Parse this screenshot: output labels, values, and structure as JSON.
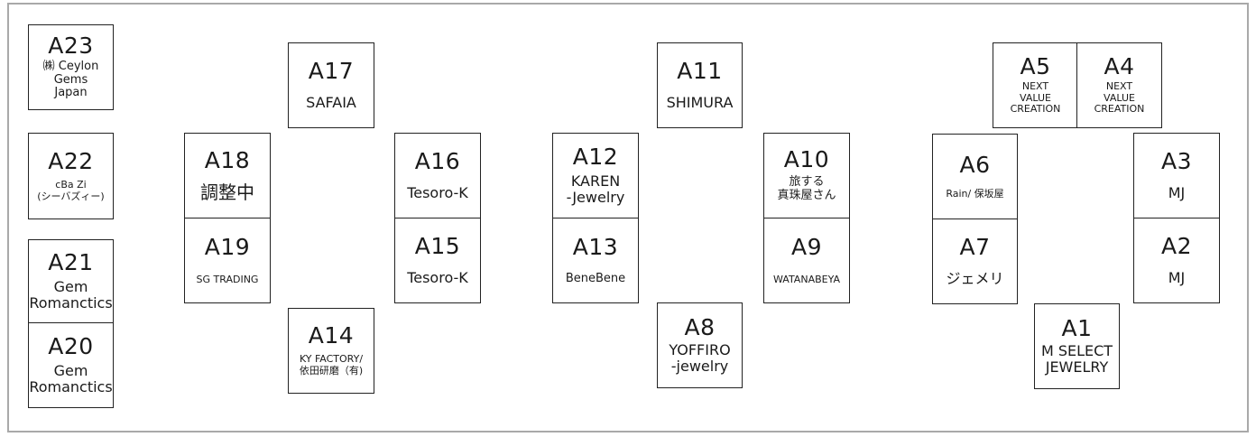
{
  "booths": {
    "a23": {
      "code": "A23",
      "name": "㈱ Ceylon\nGems\nJapan"
    },
    "a22": {
      "code": "A22",
      "name": "cBa Zi\n(シーバズィー)"
    },
    "a21": {
      "code": "A21",
      "name": "Gem\nRomanctics"
    },
    "a20": {
      "code": "A20",
      "name": "Gem\nRomanctics"
    },
    "a19": {
      "code": "A19",
      "name": "SG TRADING"
    },
    "a18": {
      "code": "A18",
      "name": "調整中"
    },
    "a17": {
      "code": "A17",
      "name": "SAFAIA"
    },
    "a16": {
      "code": "A16",
      "name": "Tesoro-K"
    },
    "a15": {
      "code": "A15",
      "name": "Tesoro-K"
    },
    "a14": {
      "code": "A14",
      "name": "KY FACTORY/\n依田研磨（有)"
    },
    "a13": {
      "code": "A13",
      "name": "BeneBene"
    },
    "a12": {
      "code": "A12",
      "name": "KAREN\n-Jewelry"
    },
    "a11": {
      "code": "A11",
      "name": "SHIMURA"
    },
    "a10": {
      "code": "A10",
      "name": "旅する\n真珠屋さん"
    },
    "a9": {
      "code": "A9",
      "name": "WATANABEYA"
    },
    "a8": {
      "code": "A8",
      "name": "YOFFIRO\n-jewelry"
    },
    "a7": {
      "code": "A7",
      "name": "ジェメリ"
    },
    "a6": {
      "code": "A6",
      "name": "Rain/ 保坂屋"
    },
    "a5": {
      "code": "A5",
      "name": "NEXT\nVALUE\nCREATION"
    },
    "a4": {
      "code": "A4",
      "name": "NEXT\nVALUE\nCREATION"
    },
    "a3": {
      "code": "A3",
      "name": "MJ"
    },
    "a2": {
      "code": "A2",
      "name": "MJ"
    },
    "a1": {
      "code": "A1",
      "name": "M SELECT\nJEWELRY"
    }
  }
}
